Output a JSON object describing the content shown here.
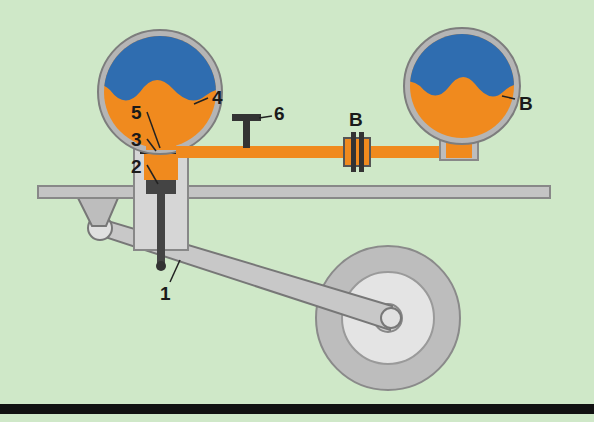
{
  "diagram": {
    "labels": [
      "5",
      "4",
      "3",
      "2",
      "6",
      "B",
      "B",
      "1"
    ]
  }
}
